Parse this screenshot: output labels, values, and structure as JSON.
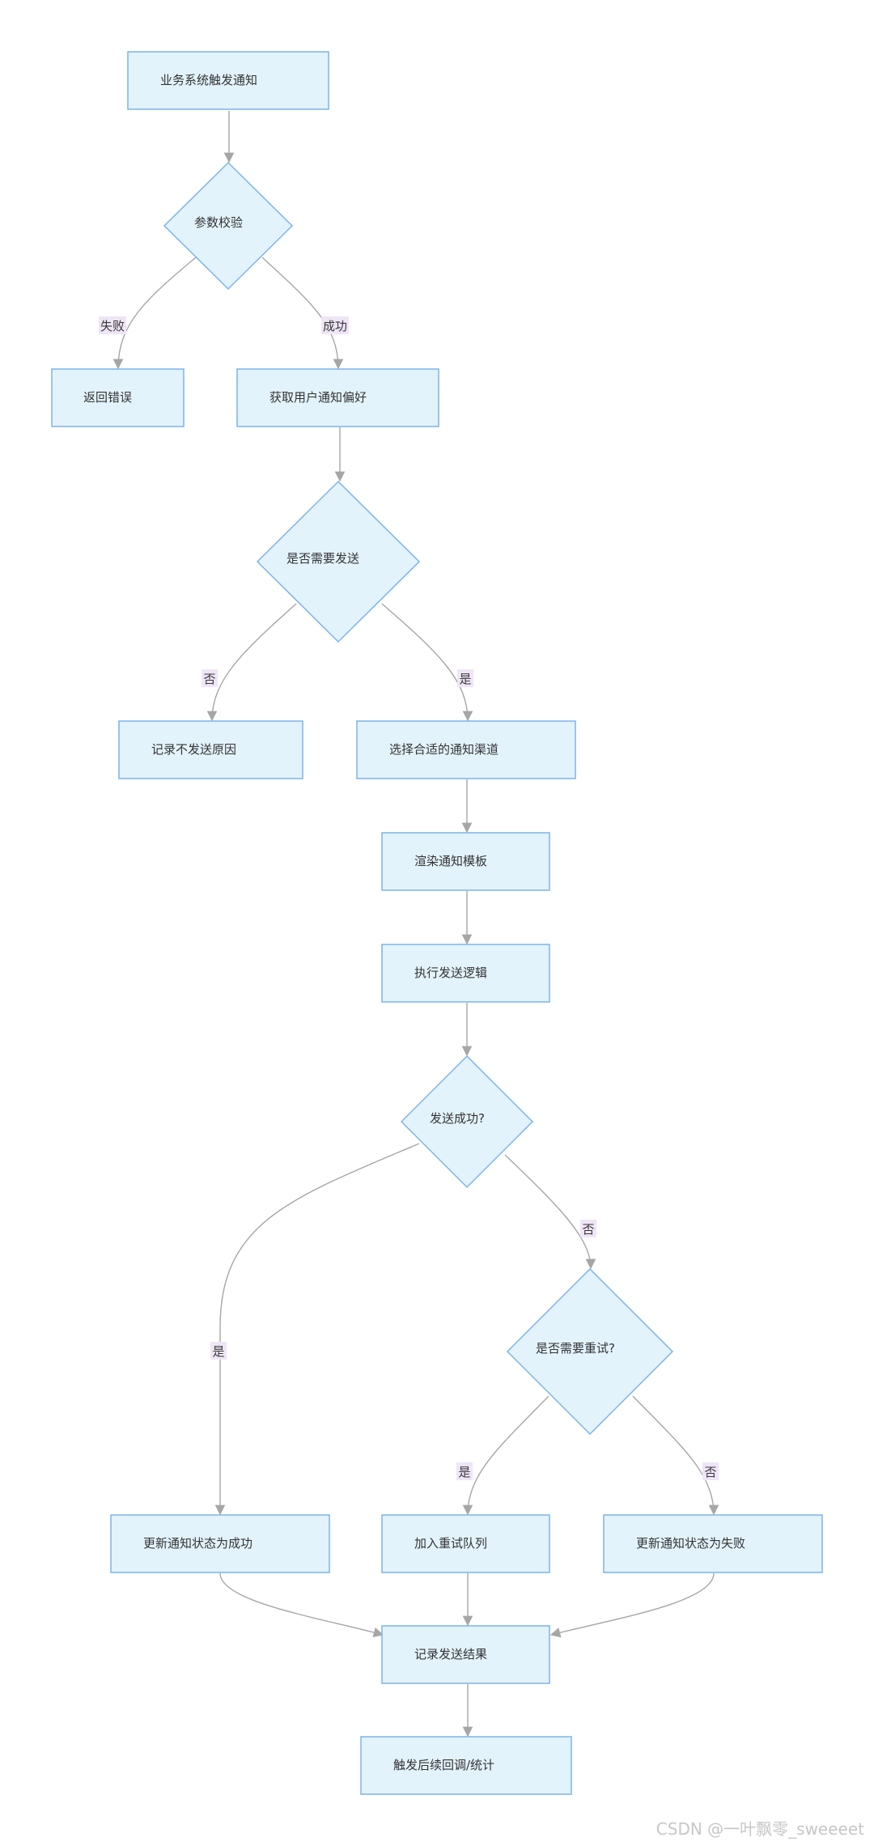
{
  "nodes": {
    "trigger": "业务系统触发通知",
    "validate": "参数校验",
    "return_error": "返回错误",
    "get_prefs": "获取用户通知偏好",
    "need_send": "是否需要发送",
    "log_no_send": "记录不发送原因",
    "choose_channel": "选择合适的通知渠道",
    "render_template": "渲染通知模板",
    "exec_send": "执行发送逻辑",
    "send_ok": "发送成功?",
    "need_retry": "是否需要重试?",
    "update_success": "更新通知状态为成功",
    "add_retry_queue": "加入重试队列",
    "update_fail": "更新通知状态为失败",
    "log_result": "记录发送结果",
    "callback": "触发后续回调/统计"
  },
  "edge_labels": {
    "validate_fail": "失败",
    "validate_ok": "成功",
    "need_send_no": "否",
    "need_send_yes": "是",
    "send_ok_no": "否",
    "send_ok_yes": "是",
    "retry_yes": "是",
    "retry_no": "否"
  },
  "colors": {
    "node_fill": "#e3f3fc",
    "node_stroke": "#7cb3ec",
    "edge": "#a6a6a6",
    "label_bg": "#efe5f7"
  },
  "watermark": "CSDN @一叶飘零_sweeeet"
}
